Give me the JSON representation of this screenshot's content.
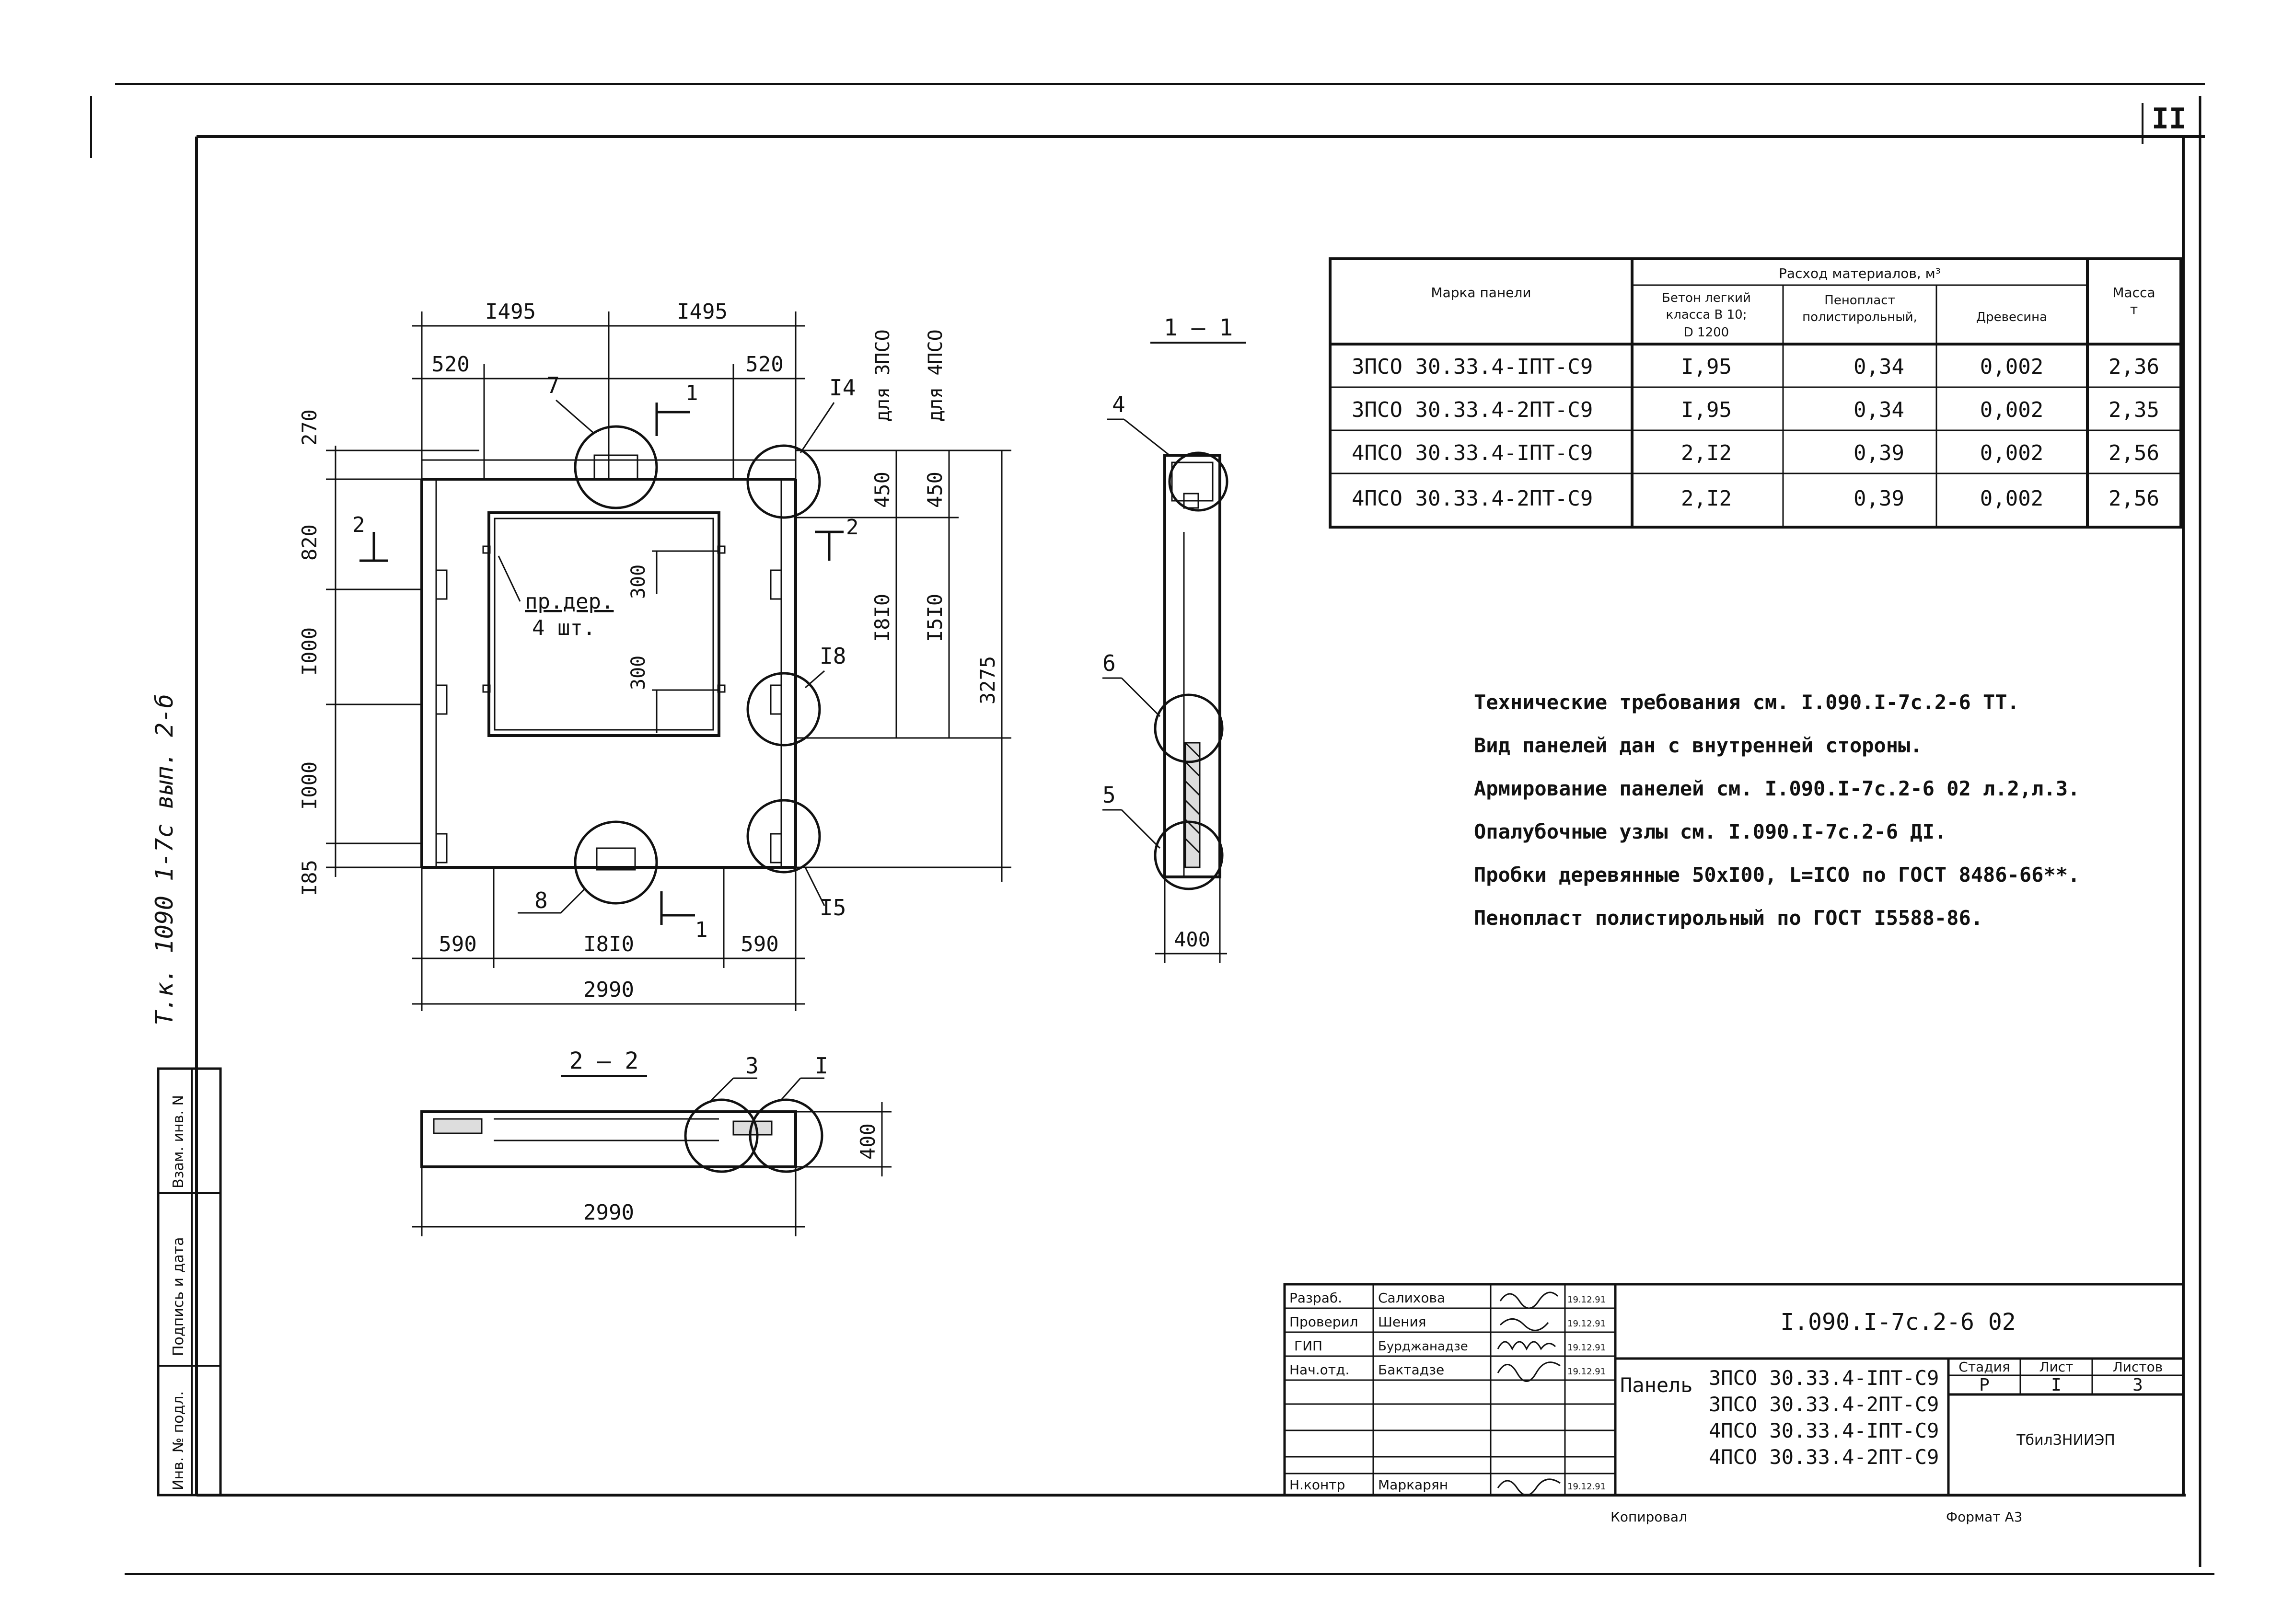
{
  "sheet": {
    "sheet_no": "II",
    "side_code": "Т.к. 1090 1-7с вып. 2-б",
    "side_stamp": [
      "Взам. инв. N",
      "Подпись и дата",
      "Инв. № подл."
    ],
    "bottom_copied": "Копировал",
    "bottom_format": "Формат А3"
  },
  "plan_view": {
    "dims_top": [
      "I495",
      "I495"
    ],
    "dims_top_inner": [
      "520",
      "520"
    ],
    "dims_left": [
      "270",
      "820",
      "I000",
      "I000",
      "I85"
    ],
    "dims_right": [
      "450",
      "450",
      "I8I0",
      "I5I0",
      "3275"
    ],
    "label_dlya_3": "для 3ПСО",
    "label_dlya_4": "для 4ПСО",
    "dims_bottom": [
      "590",
      "I8I0",
      "590"
    ],
    "dim_total": "2990",
    "inner_dims": [
      "300",
      "300"
    ],
    "note_line1": "пр.дер.",
    "note_line2": "4 шт.",
    "section_marks": [
      "1",
      "1",
      "2",
      "2"
    ],
    "callouts": [
      "7",
      "I4",
      "I8",
      "I5",
      "8"
    ]
  },
  "section_1": {
    "title": "1 — 1",
    "callouts": [
      "4",
      "6",
      "5"
    ],
    "dim": "400"
  },
  "section_2": {
    "title": "2 — 2",
    "callouts": [
      "3",
      "I"
    ],
    "dim_h": "400",
    "dim_len": "2990"
  },
  "materials_table": {
    "col_mark": "Марка панели",
    "col_group": "Расход материалов, м³",
    "col_concrete": [
      "Бетон легкий",
      "класса В 10;",
      "D 1200"
    ],
    "col_foam": [
      "Пенопласт",
      "полистирольный,"
    ],
    "col_wood": "Древесина",
    "col_mass": [
      "Масса",
      "т"
    ],
    "rows": [
      {
        "mark": "3ПСО 30.33.4-IПТ-С9",
        "concrete": "I,95",
        "foam": "0,34",
        "wood": "0,002",
        "mass": "2,36"
      },
      {
        "mark": "3ПСО 30.33.4-2ПТ-С9",
        "concrete": "I,95",
        "foam": "0,34",
        "wood": "0,002",
        "mass": "2,35"
      },
      {
        "mark": "4ПСО 30.33.4-IПТ-С9",
        "concrete": "2,I2",
        "foam": "0,39",
        "wood": "0,002",
        "mass": "2,56"
      },
      {
        "mark": "4ПСО 30.33.4-2ПТ-С9",
        "concrete": "2,I2",
        "foam": "0,39",
        "wood": "0,002",
        "mass": "2,56"
      }
    ]
  },
  "notes": [
    "Технические требования см. I.090.I-7с.2-6 ТТ.",
    "Вид панелей дан с внутренней стороны.",
    "Армирование панелей см. I.090.I-7с.2-6 02 л.2,л.3.",
    "Опалубочные узлы см. I.090.I-7с.2-6 ДI.",
    "Пробки деревянные 50хI00, L=IСО по ГОСТ 8486-66**.",
    "Пенопласт полистирольный по ГОСТ I5588-86."
  ],
  "title_block": {
    "doc_code": "I.090.I-7с.2-6 02",
    "roles": [
      {
        "role": "Разраб.",
        "name": "Салихова",
        "date": "19.12.91"
      },
      {
        "role": "Проверил",
        "name": "Шения",
        "date": "19.12.91"
      },
      {
        "role": "ГИП",
        "name": "Бурджанадзе",
        "date": "19.12.91"
      },
      {
        "role": "Нач.отд.",
        "name": "Бактадзе",
        "date": "19.12.91"
      },
      {
        "role": "Н.контр",
        "name": "Маркарян",
        "date": "19.12.91"
      }
    ],
    "product_label": "Панель",
    "products": [
      "3ПСО 30.33.4-IПТ-С9",
      "3ПСО 30.33.4-2ПТ-С9",
      "4ПСО 30.33.4-IПТ-С9",
      "4ПСО 30.33.4-2ПТ-С9"
    ],
    "stage_h": "Стадия",
    "sheet_h": "Лист",
    "sheets_h": "Листов",
    "stage": "Р",
    "sheet": "I",
    "sheets": "3",
    "org": "ТбилЗНИИЭП"
  }
}
